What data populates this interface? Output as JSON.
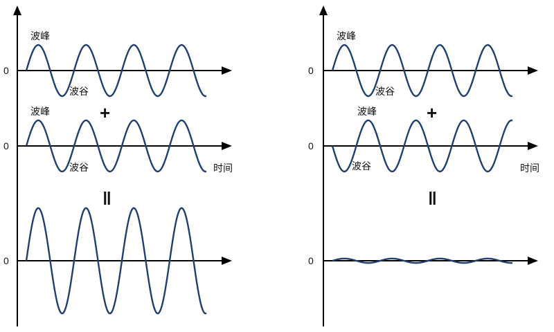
{
  "colors": {
    "wave": "#1f3f6f",
    "axis": "#000000",
    "text": "#111111"
  },
  "labels": {
    "zero": "0",
    "crest": "波峰",
    "trough": "波谷",
    "time": "时间",
    "plus": "+",
    "equals": "ǁ"
  },
  "panels": [
    {
      "name": "constructive-interference",
      "waves": [
        {
          "role": "wave-1",
          "amplitude": 1.0,
          "phase": "in-phase",
          "labels": [
            "crest",
            "trough"
          ]
        },
        {
          "role": "wave-2",
          "amplitude": 1.0,
          "phase": "in-phase",
          "labels": [
            "crest",
            "trough"
          ]
        },
        {
          "role": "sum",
          "amplitude": 2.0,
          "phase": "in-phase",
          "labels": []
        }
      ],
      "cycles": 4
    },
    {
      "name": "destructive-interference",
      "waves": [
        {
          "role": "wave-1",
          "amplitude": 1.0,
          "phase": "in-phase",
          "labels": [
            "crest",
            "trough"
          ]
        },
        {
          "role": "wave-2",
          "amplitude": 1.0,
          "phase": "inverted",
          "labels": [
            "crest",
            "trough"
          ]
        },
        {
          "role": "sum",
          "amplitude": 0.0,
          "phase": "in-phase",
          "labels": []
        }
      ],
      "cycles": 4
    }
  ]
}
